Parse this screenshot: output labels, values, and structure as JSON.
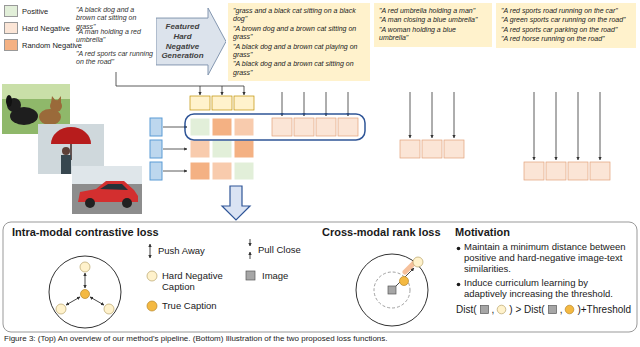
{
  "diagram": {
    "caption": "Figure 3: (Top) An overview of our method's pipeline. (Bottom) Illustration of the two proposed loss functions.",
    "nodes": [
      {
        "text": [
          "Featured Hard Negative Generation"
        ]
      },
      {
        "text": [
          "\"grass and a black cat sitting on a black dog\"",
          "\"A brown dog and a brown cat sitting on grass\"",
          "\"A black dog and a brown cat playing on grass\"",
          "\"A black dog and a brown cat sitting on grass\""
        ]
      },
      {
        "text": [
          "\"A red umbrella holding a man\"",
          "\"A man closing a blue umbrella\"",
          "\"A woman holding a blue umbrella\""
        ]
      },
      {
        "text": [
          "\"A red sports road running on the car\"",
          "\"A green sports car running on the road\"",
          "\"A red sports car parking on the road\"",
          "\"A red horse running on the road\""
        ]
      }
    ],
    "labels": [
      "\"A black dog and a brown cat sitting on grass\"",
      "\"A man holding a red umbrella\"",
      "\"A red sports car running on the road\"",
      "Intra-modal contrastive loss",
      "Push Away",
      "Hard Negative Caption",
      "True Caption",
      "Pull Close",
      "Image",
      "Cross-modal rank loss",
      "Motivation",
      "Maintain a minimum distance between positive and hard-negative image-text similarities.",
      "Induce curriculum learning by adaptively increasing the threshold.",
      "Dist(",
      ",",
      ") > Dist(",
      ",",
      ")+Threshold"
    ],
    "legend": [
      {
        "text": "Positive",
        "color": "#e2efd9"
      },
      {
        "text": "Hard Negative",
        "color": "#fbe5d6"
      },
      {
        "text": "Random Negative",
        "color": "#f4b183"
      }
    ]
  }
}
